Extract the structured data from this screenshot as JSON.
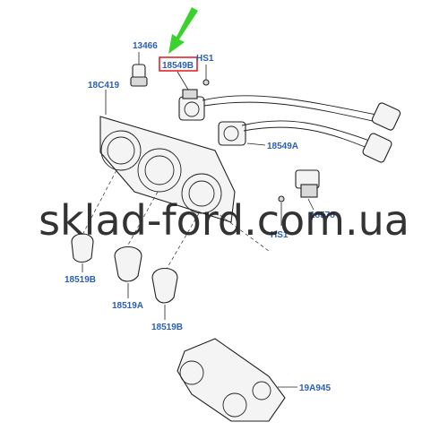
{
  "labels": {
    "p13466": "13466",
    "p18549b": "18549B",
    "hs1_top": "HS1",
    "p18c419": "18C419",
    "p18549a": "18549A",
    "p18578": "18578",
    "hs1_bottom": "HS1",
    "p18519b_left": "18519B",
    "p18519a": "18519A",
    "p18519b_right": "18519B",
    "p19a945": "19A945"
  },
  "watermark": "sklad-ford.com.ua",
  "colors": {
    "label": "#2a5fb5",
    "highlight_box": "#e0262b",
    "arrow": "#3bd12e"
  }
}
